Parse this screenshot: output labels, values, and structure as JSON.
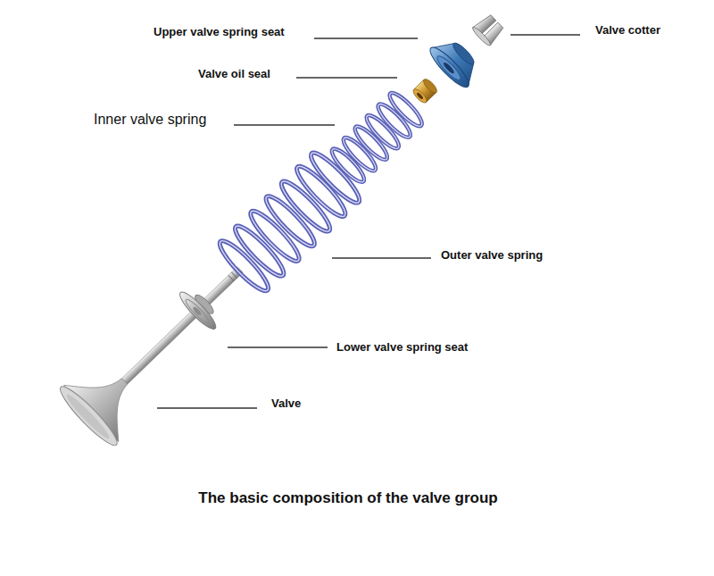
{
  "diagram": {
    "caption": "The basic composition of the valve group",
    "labels": [
      "Upper valve spring seat",
      "Valve cotter",
      "Valve oil seal",
      "Inner valve spring",
      "Outer valve spring",
      "Lower valve spring seat",
      "Valve"
    ]
  }
}
